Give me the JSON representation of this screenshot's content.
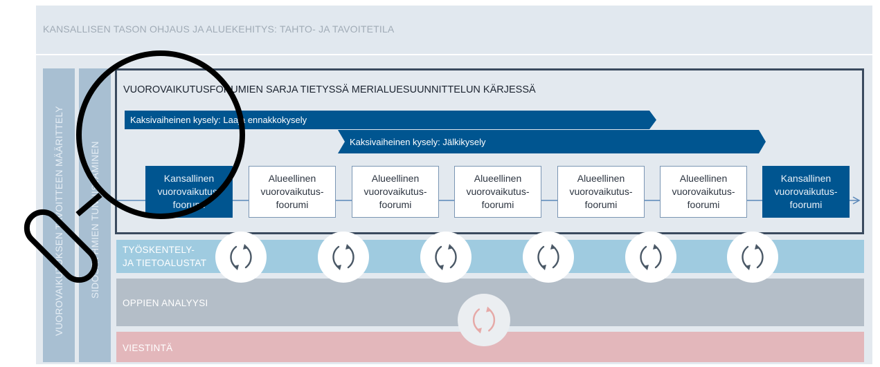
{
  "header": {
    "title": "KANSALLISEN TASON OHJAUS JA ALUEKEHITYS: TAHTO- JA TAVOITETILA"
  },
  "vertical_labels": {
    "outer": "VUOROVAIKUTUKSEN TAVOITTEEN MÄÄRITTELY",
    "inner": "SIDOSRYHMIEN TUNNISTAMINEN"
  },
  "forum_series": {
    "title": "VUOROVAIKUTUSFORUMIEN SARJA TIETYSSÄ MERIALUESUUNNITTELUN KÄRJESSÄ",
    "survey_pre": "Kaksivaiheinen kysely: Laaja ennakkokysely",
    "survey_post": "Kaksivaiheinen kysely: Jälkikysely",
    "forums": [
      {
        "label": "Kansallinen\nvuorovaikutus-\nfoorumi",
        "type": "national"
      },
      {
        "label": "Alueellinen\nvuorovaikutus-\nfoorumi",
        "type": "regional"
      },
      {
        "label": "Alueellinen\nvuorovaikutus-\nfoorumi",
        "type": "regional"
      },
      {
        "label": "Alueellinen\nvuorovaikutus-\nfoorumi",
        "type": "regional"
      },
      {
        "label": "Alueellinen\nvuorovaikutus-\nfoorumi",
        "type": "regional"
      },
      {
        "label": "Alueellinen\nvuorovaikutus-\nfoorumi",
        "type": "regional"
      },
      {
        "label": "Kansallinen\nvuorovaikutus-\nfoorumi",
        "type": "national"
      }
    ]
  },
  "bands": {
    "work_platforms": "TYÖSKENTELY-\nJA TIETOALUSTAT",
    "lessons_analysis": "OPPIEN ANALYYSI",
    "communication": "VIESTINTÄ"
  },
  "colors": {
    "dark_blue": "#005590",
    "frame": "#3a4a5e",
    "work_band": "#9fcbe0",
    "analysis_band": "#b4bec8",
    "communication_band": "#e3b7bb",
    "cycle_arrow": "#4a5866",
    "cycle_arrow_pink": "#e6a9a7"
  },
  "icons": {
    "cycle": "cycle-arrows-icon",
    "magnifier": "magnifying-glass-icon"
  }
}
